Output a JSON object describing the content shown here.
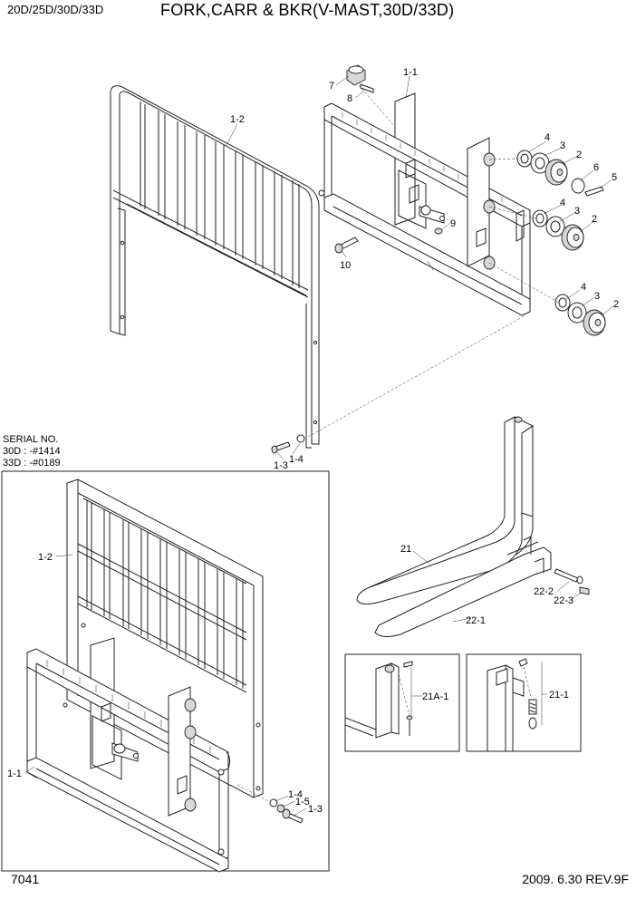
{
  "header": {
    "models": "20D/25D/30D/33D",
    "title": "FORK,CARR & BKR(V-MAST,30D/33D)"
  },
  "serial": {
    "heading": "SERIAL NO.",
    "line1": "30D : -#1414",
    "line2": "33D : -#0189"
  },
  "callouts": {
    "upper": {
      "bkr": "1-2",
      "carr": "1-1",
      "p7": "7",
      "p8": "8",
      "p4a": "4",
      "p3a": "3",
      "p2a": "2",
      "p6": "6",
      "p5": "5",
      "p4b": "4",
      "p3b": "3",
      "p2b": "2",
      "p4c": "4",
      "p3c": "3",
      "p2c": "2",
      "p9": "9",
      "p10": "10",
      "p13": "1-3",
      "p14": "1-4"
    },
    "fork": {
      "fork": "21",
      "p221": "22-1",
      "p222": "22-2",
      "p223": "22-3"
    },
    "detail": {
      "left": "21A-1",
      "right": "21-1"
    },
    "lower": {
      "bkr": "1-2",
      "carr": "1-1",
      "p14": "1-4",
      "p15": "1-5",
      "p13": "1-3"
    }
  },
  "footer": {
    "page": "7041",
    "revision": "2009. 6.30 REV.9F"
  }
}
